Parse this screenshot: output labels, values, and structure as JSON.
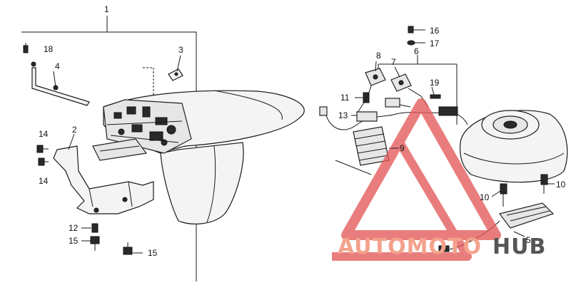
{
  "callouts": {
    "c1": "1",
    "c2": "2",
    "c3": "3",
    "c4": "4",
    "c5": "5",
    "c6": "6",
    "c7": "7",
    "c8": "8",
    "c9": "9",
    "c10a": "10",
    "c10b": "10",
    "c11": "11",
    "c12": "12",
    "c13": "13",
    "c14a": "14",
    "c14b": "14",
    "c15a": "15",
    "c15b": "15",
    "c16": "16",
    "c17": "17",
    "c18": "18",
    "c19": "19"
  },
  "watermark": {
    "part1": "AUTOMOTO",
    "part2": "HUB",
    "color_main": "#f4a28c",
    "color_accent": "#e35959",
    "color_hub": "#555555"
  }
}
